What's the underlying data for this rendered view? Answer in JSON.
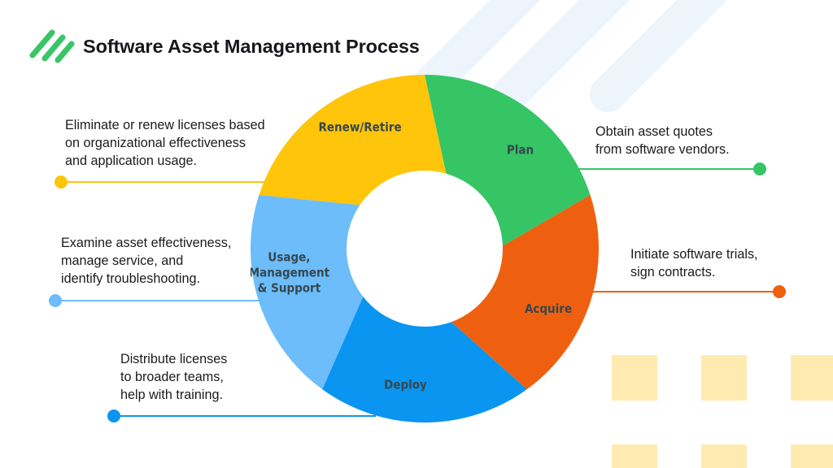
{
  "header": {
    "title": "Software Asset Management Process",
    "logo_icon": "three-slashes-logo-icon",
    "logo_color": "#3ac566"
  },
  "colors": {
    "plan": "#35c565",
    "acquire": "#ee600f",
    "deploy": "#0a95f0",
    "usage": "#6cbdfa",
    "renew": "#fec50b",
    "label_text": "#37474f",
    "body_text": "#1b1b1b",
    "decor_stripe": "#edf4fc",
    "decor_square": "#ffeab0",
    "page_background": "#ffffff"
  },
  "chart_data": {
    "type": "pie",
    "title": "Software Asset Management Process",
    "variant": "donut-cycle",
    "legend": "none",
    "outer_radius": 214,
    "inner_radius": 96,
    "categories": [
      "Plan",
      "Acquire",
      "Deploy",
      "Usage, Management & Support",
      "Renew/Retire"
    ],
    "values": [
      20,
      20,
      20,
      20,
      20
    ],
    "colors": [
      "#35c565",
      "#ee600f",
      "#0a95f0",
      "#6cbdfa",
      "#fec50b"
    ],
    "segments": [
      {
        "key": "plan",
        "label": "Plan",
        "label_lines": [
          "Plan"
        ],
        "color": "#35c565",
        "start_angle": 0,
        "end_angle": 72,
        "value": 20,
        "description": "Obtain asset quotes\nfrom software vendors."
      },
      {
        "key": "acquire",
        "label": "Acquire",
        "label_lines": [
          "Acquire"
        ],
        "color": "#ee600f",
        "start_angle": 72,
        "end_angle": 144,
        "value": 20,
        "description": "Initiate software trials,\nsign contracts."
      },
      {
        "key": "deploy",
        "label": "Deploy",
        "label_lines": [
          "Deploy"
        ],
        "color": "#0a95f0",
        "start_angle": 144,
        "end_angle": 216,
        "value": 20,
        "description": "Distribute licenses\nto broader teams,\nhelp with training."
      },
      {
        "key": "usage",
        "label": "Usage, Management & Support",
        "label_lines": [
          "Usage,",
          "Management",
          "& Support"
        ],
        "color": "#6cbdfa",
        "start_angle": 216,
        "end_angle": 288,
        "value": 20,
        "description": "Examine asset effectiveness,\nmanage service, and\nidentify troubleshooting."
      },
      {
        "key": "renew",
        "label": "Renew/Retire",
        "label_lines": [
          "Renew/Retire"
        ],
        "color": "#fec50b",
        "start_angle": 288,
        "end_angle": 360,
        "value": 20,
        "description": "Eliminate or renew licenses based\non organizational effectiveness\nand application usage."
      }
    ]
  },
  "callouts": {
    "renew": {
      "text": "Eliminate or renew licenses based\non organizational effectiveness\nand application usage.",
      "color": "#fec50b",
      "side": "left"
    },
    "usage": {
      "text": "Examine asset effectiveness,\nmanage service, and\nidentify troubleshooting.",
      "color": "#6cbdfa",
      "side": "left"
    },
    "deploy": {
      "text": "Distribute licenses\nto broader teams,\nhelp with training.",
      "color": "#0a95f0",
      "side": "left"
    },
    "plan": {
      "text": "Obtain asset quotes\nfrom software vendors.",
      "color": "#35c565",
      "side": "right"
    },
    "acquire": {
      "text": "Initiate software trials,\nsign contracts.",
      "color": "#ee600f",
      "side": "right"
    }
  }
}
